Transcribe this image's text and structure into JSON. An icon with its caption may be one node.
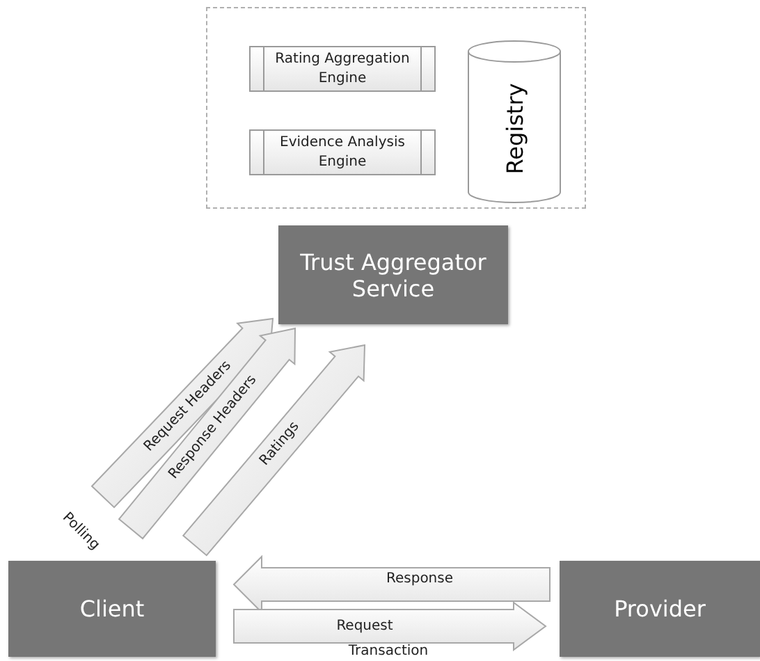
{
  "diagram": {
    "nodes": [
      {
        "text": [],
        "shape": "box"
      },
      {
        "text": [
          "Rating Aggregation Engine"
        ],
        "in": 0
      },
      {
        "text": [
          "Evidence Analysis Engine"
        ],
        "in": 0
      },
      {
        "text": [
          "Registry"
        ],
        "in": 0
      },
      {
        "text": [
          "Trust Aggregator Service"
        ]
      },
      {
        "text": [
          "Client"
        ]
      },
      {
        "text": [
          "Provider"
        ]
      }
    ],
    "edges": [
      {
        "from": 5,
        "to": 4,
        "arrow": "to",
        "label": "Request Headers"
      },
      {
        "from": 5,
        "to": 4,
        "arrow": "to",
        "label": "Response Headers"
      },
      {
        "from": 5,
        "to": 4,
        "arrow": "to",
        "label": "Ratings"
      },
      {
        "from": 6,
        "to": 5,
        "arrow": "to",
        "label": "Response"
      },
      {
        "from": 5,
        "to": 6,
        "arrow": "to",
        "label": "Request"
      }
    ],
    "labels": [
      "Polling",
      "Transaction"
    ]
  }
}
